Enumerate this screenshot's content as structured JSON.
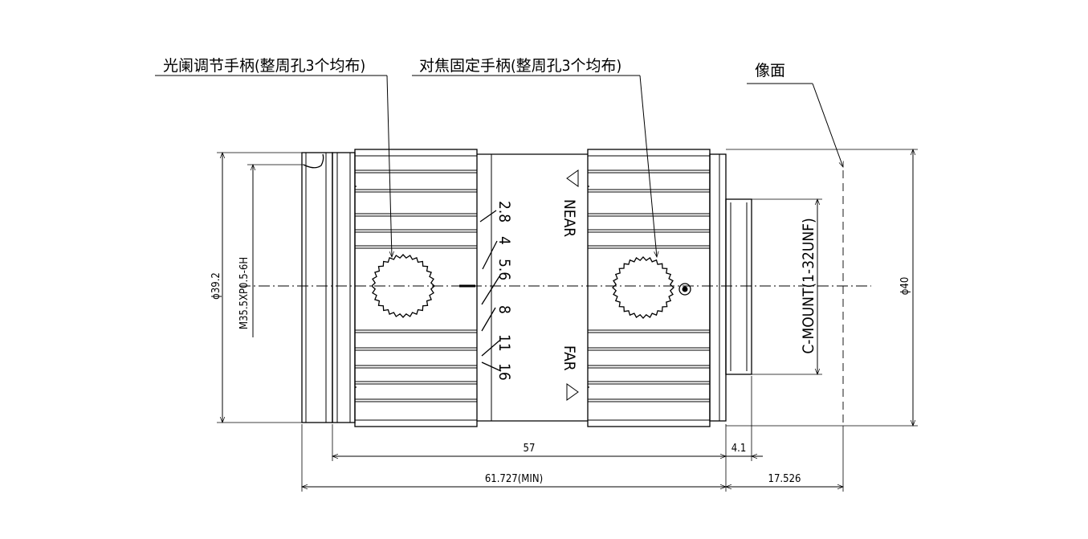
{
  "labels": {
    "iris_handle": "光阑调节手柄(整周孔3个均布)",
    "focus_handle": "对焦固定手柄(整周孔3个均布)",
    "image_plane": "像面"
  },
  "dimensions": {
    "front_diameter": "ϕ39.2",
    "front_thread": "M35.5XP0.5-6H",
    "body_diameter": "ϕ40",
    "mount": "C-MOUNT(1-32UNF)",
    "length_57": "57",
    "length_4_1": "4.1",
    "length_total": "61.727(MIN)",
    "back_focus": "17.526"
  },
  "markings": {
    "apertures": [
      "2.8",
      "4",
      "5.6",
      "8",
      "11",
      "16"
    ],
    "near": "NEAR",
    "far": "FAR"
  }
}
